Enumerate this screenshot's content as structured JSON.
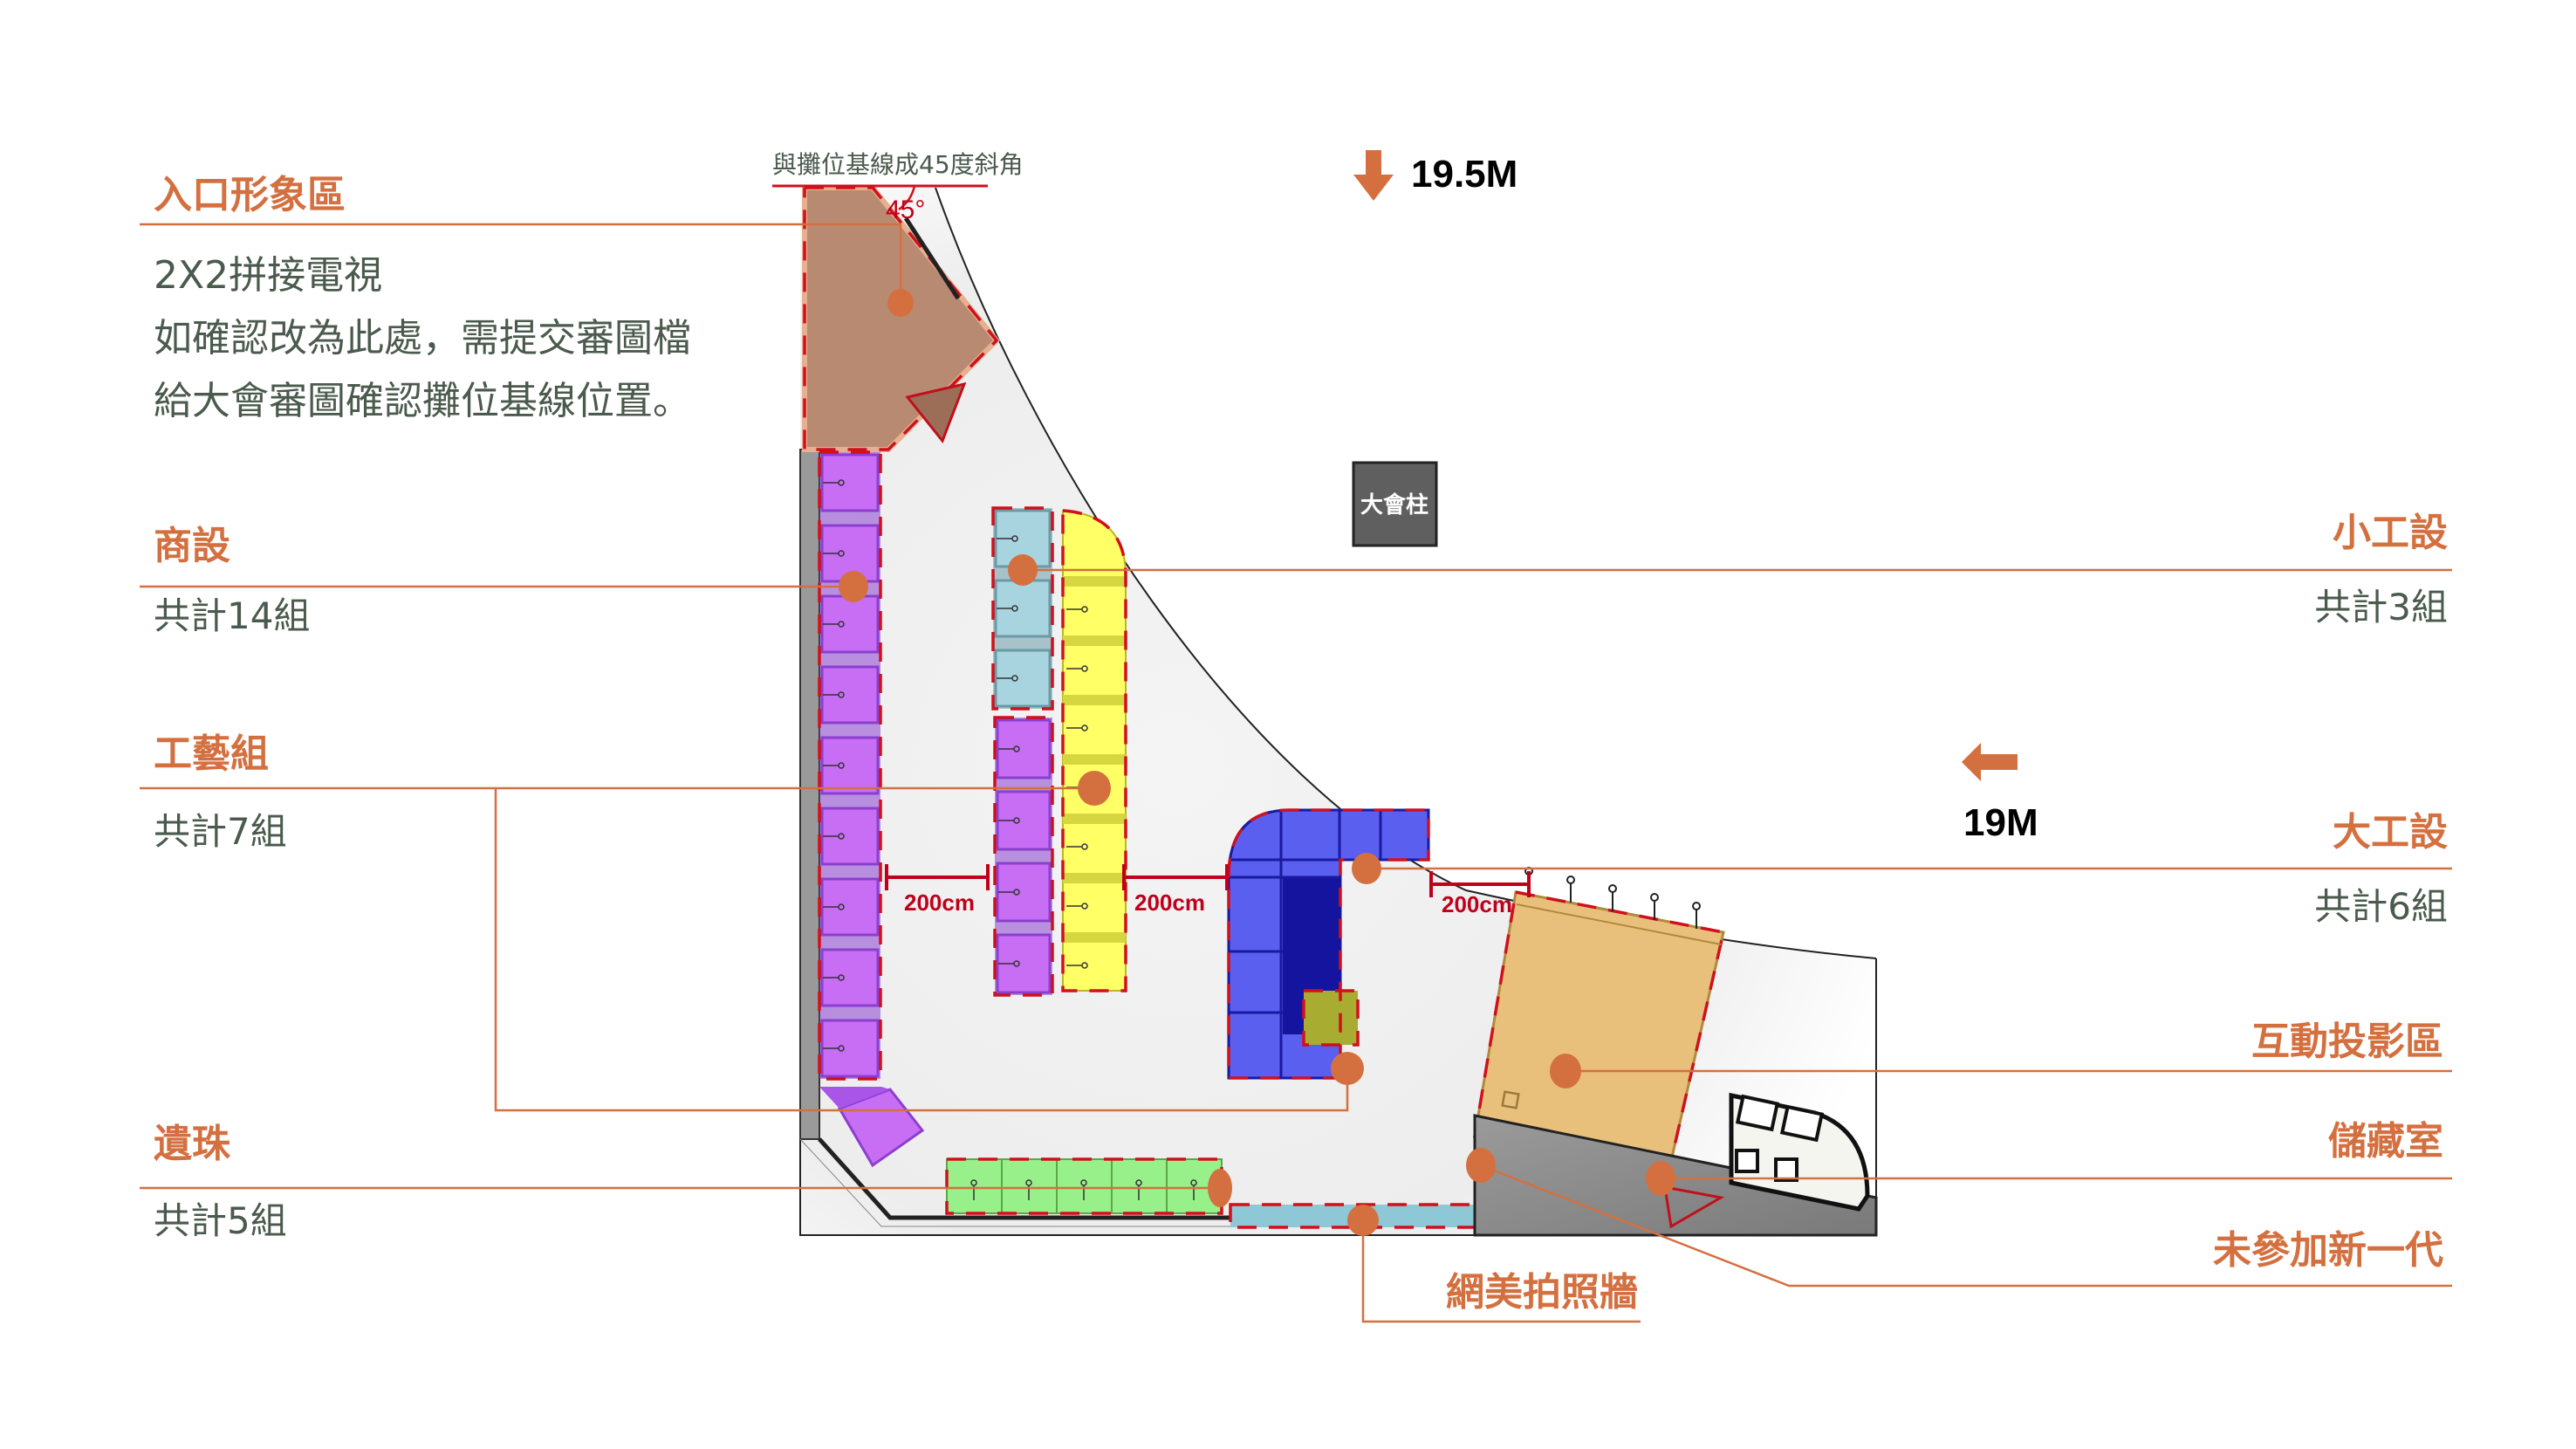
{
  "diagram": {
    "type": "booth-floor-plan",
    "accent_color": "#d4703f",
    "dimension_color": "#c0001a",
    "dimensions": {
      "top_edge": "19.5M",
      "right_edge": "19M",
      "aisle_labels": [
        "200cm",
        "200cm",
        "200cm"
      ]
    },
    "angle_note": {
      "text": "與攤位基線成45度斜角",
      "angle": "45°"
    },
    "pillar_label": "大會柱",
    "zones": {
      "entrance": {
        "title": "入口形象區",
        "desc_lines": [
          "2X2拼接電視",
          "如確認改為此處，需提交審圖檔",
          "給大會審圖確認攤位基線位置。"
        ],
        "color": "#b98a72"
      },
      "commercial": {
        "title": "商設",
        "count": "共計14組",
        "color": "#c86ef5"
      },
      "craft": {
        "title": "工藝組",
        "count": "共計7組",
        "color": "#ffff66"
      },
      "pearl": {
        "title": "遺珠",
        "count": "共計5組",
        "color": "#98f08a"
      },
      "small_design": {
        "title": "小工設",
        "count": "共計3組",
        "color": "#a8d4df"
      },
      "large_design": {
        "title": "大工設",
        "count": "共計6組",
        "color": "#5b5ff0"
      },
      "projection": {
        "title": "互動投影區",
        "color": "#e8c07c"
      },
      "storage": {
        "title": "儲藏室",
        "color": "#8e8e8e"
      },
      "not_joined": {
        "title": "未參加新一代"
      },
      "photo_wall": {
        "title": "網美拍照牆",
        "color": "#8ec7d6"
      }
    }
  }
}
